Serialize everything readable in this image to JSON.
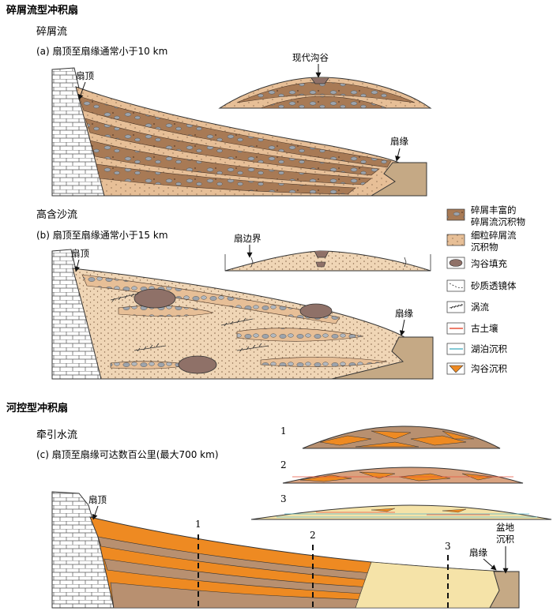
{
  "debris_fan": {
    "title": "碎屑流型冲积扇",
    "sub_a": "碎屑流",
    "caption_a": "(a) 扇顶至扇缘通常小于10 km",
    "label_apex_a": "扇顶",
    "label_toe_a": "扇缘",
    "label_modern_gully": "现代沟谷",
    "sub_b": "高含沙流",
    "caption_b": "(b) 扇顶至扇缘通常小于15 km",
    "label_apex_b": "扇顶",
    "label_fan_boundary": "扇边界",
    "label_toe_b": "扇缘"
  },
  "legend": {
    "items": [
      {
        "line1": "碎屑丰富的",
        "line2": "碎屑流沉积物",
        "swatch": "debris-rich"
      },
      {
        "line1": "细粒碎屑流",
        "line2": "沉积物",
        "swatch": "fine-debris"
      },
      {
        "line1": "沟谷填充",
        "line2": "",
        "swatch": "channel-fill"
      },
      {
        "line1": "砂质透镜体",
        "line2": "",
        "swatch": "sand-lens"
      },
      {
        "line1": "涡流",
        "line2": "",
        "swatch": "eddy"
      },
      {
        "line1": "古土壤",
        "line2": "",
        "swatch": "paleosol"
      },
      {
        "line1": "湖泊沉积",
        "line2": "",
        "swatch": "lacustrine"
      },
      {
        "line1": "沟谷沉积",
        "line2": "",
        "swatch": "channel-deposit"
      }
    ],
    "colors": {
      "debris_rich": "#a87a55",
      "fine_debris": "#e7bf97",
      "channel_fill": "#8f7168",
      "paleosol": "#e8533c",
      "lacustrine": "#5bb8c8",
      "channel_deposit": "#ee8a22",
      "clast": "#9da4ad",
      "bedrock": "#c5a985"
    }
  },
  "river_fan": {
    "title": "河控型冲积扇",
    "sub_c": "牵引水流",
    "caption_c": "(c) 扇顶至扇缘可达数百公里(最大700 km)",
    "label_apex_c": "扇顶",
    "label_toe_c": "扇缘",
    "label_basin_1": "盆地",
    "label_basin_2": "沉积",
    "sections": [
      "1",
      "2",
      "3"
    ]
  }
}
